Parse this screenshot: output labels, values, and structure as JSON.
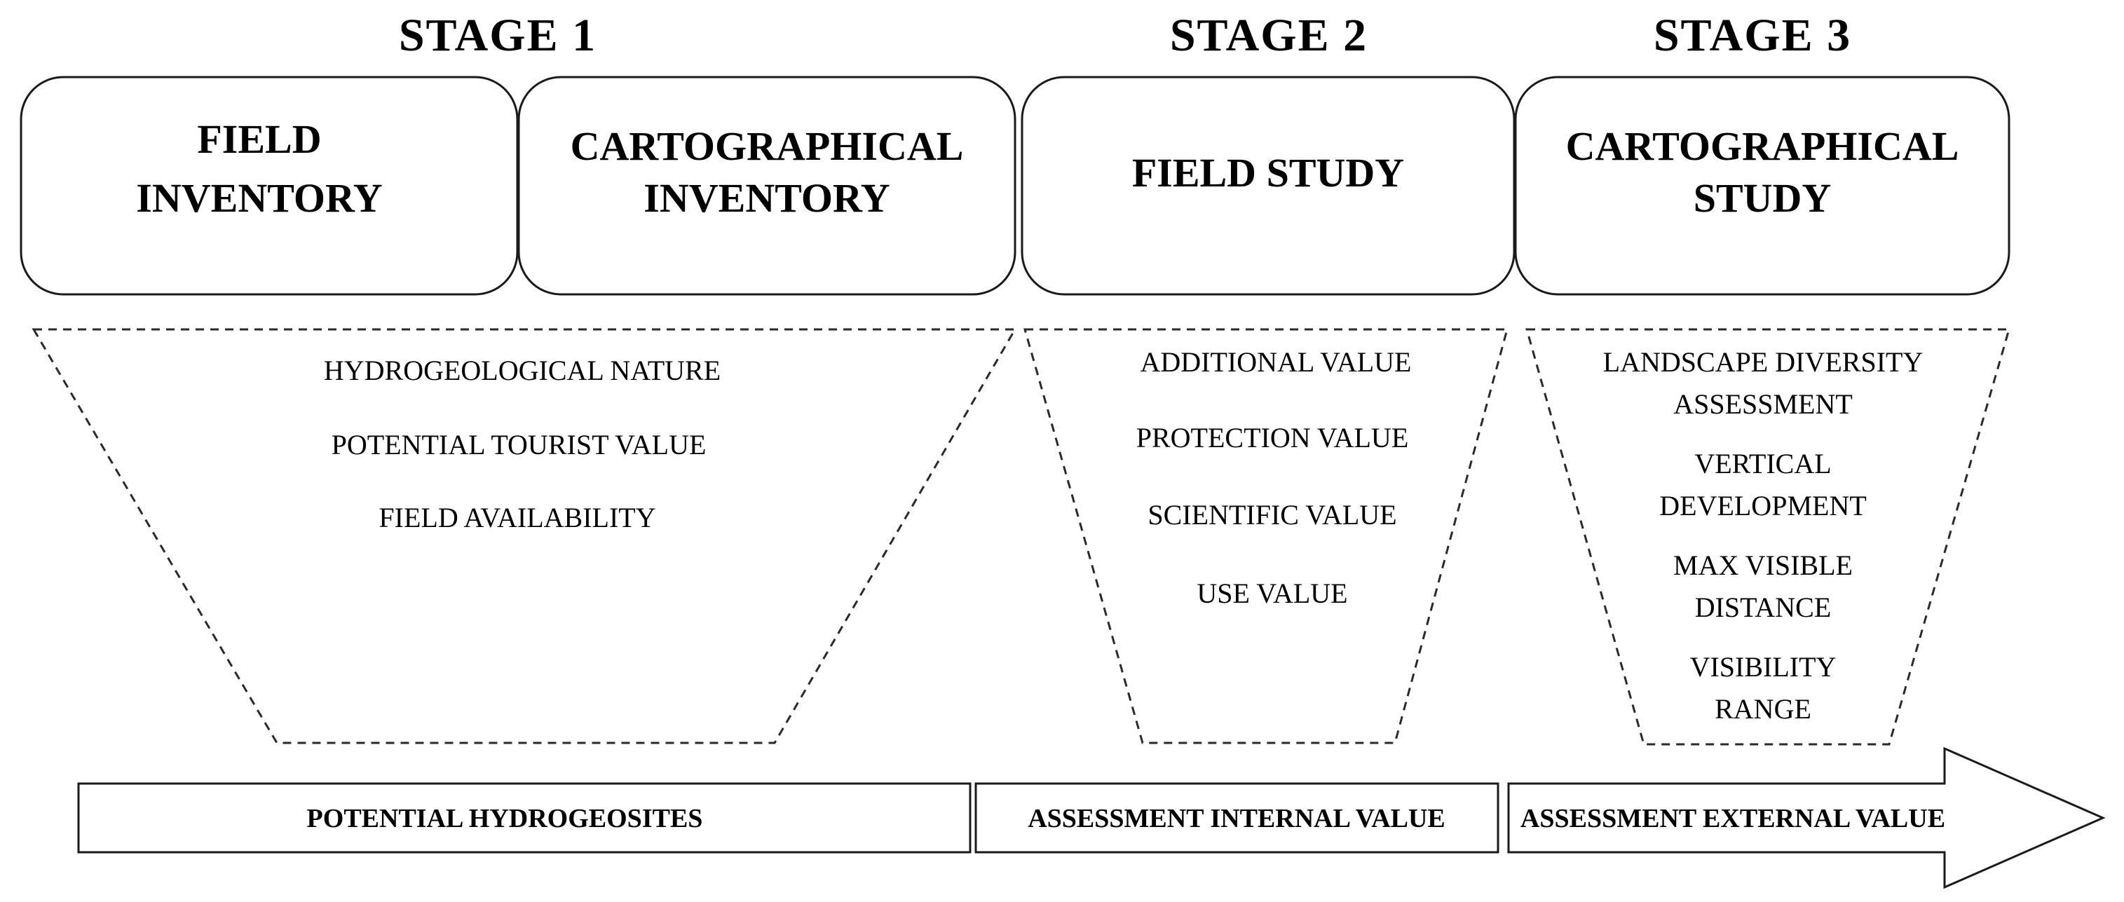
{
  "stages": [
    {
      "title": "STAGE 1",
      "boxes": [
        {
          "lines": [
            "FIELD",
            "INVENTORY"
          ]
        },
        {
          "lines": [
            "CARTOGRAPHICAL",
            "INVENTORY"
          ]
        }
      ],
      "items": [
        {
          "lines": [
            "HYDROGEOLOGICAL  NATURE"
          ]
        },
        {
          "lines": [
            "POTENTIAL  TOURIST VALUE"
          ]
        },
        {
          "lines": [
            "FIELD AVAILABILITY"
          ]
        }
      ],
      "band_label": "POTENTIAL HYDROGEOSITES"
    },
    {
      "title": "STAGE 2",
      "boxes": [
        {
          "lines": [
            "FIELD STUDY"
          ]
        }
      ],
      "items": [
        {
          "lines": [
            "ADDITIONAL VALUE"
          ]
        },
        {
          "lines": [
            "PROTECTION VALUE"
          ]
        },
        {
          "lines": [
            "SCIENTIFIC VALUE"
          ]
        },
        {
          "lines": [
            "USE VALUE"
          ]
        }
      ],
      "band_label": "ASSESSMENT INTERNAL VALUE"
    },
    {
      "title": "STAGE 3",
      "boxes": [
        {
          "lines": [
            "CARTOGRAPHICAL",
            "STUDY"
          ]
        }
      ],
      "items": [
        {
          "lines": [
            "LANDSCAPE DIVERSITY",
            "ASSESSMENT"
          ]
        },
        {
          "lines": [
            "VERTICAL",
            "DEVELOPMENT"
          ]
        },
        {
          "lines": [
            "MAX VISIBLE",
            "DISTANCE"
          ]
        },
        {
          "lines": [
            "VISIBILITY",
            "RANGE"
          ]
        }
      ],
      "band_label": "ASSESSMENT EXTERNAL VALUE"
    }
  ]
}
